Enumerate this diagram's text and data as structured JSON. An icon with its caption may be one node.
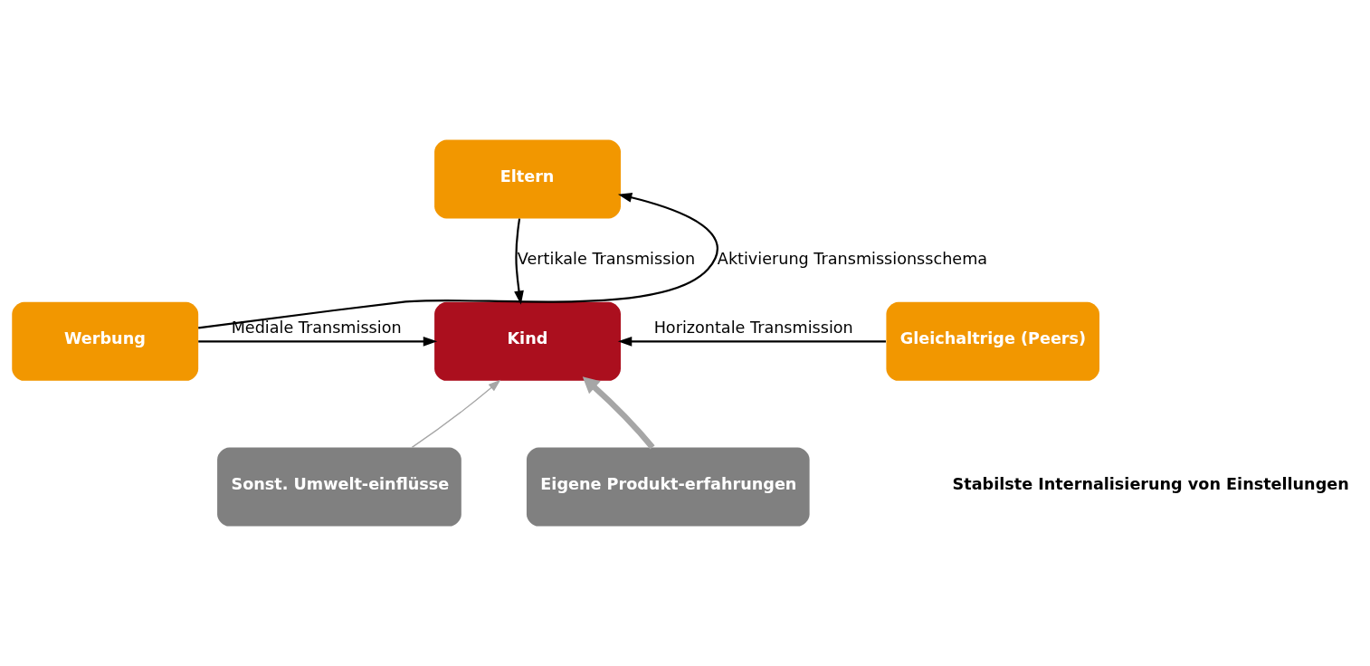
{
  "diagram": {
    "nodes": [
      {
        "text": [
          "Eltern"
        ]
      },
      {
        "text": [
          "Werbung"
        ]
      },
      {
        "text": [
          "Kind"
        ]
      },
      {
        "text": [
          "Gleichaltrige (Peers)"
        ]
      },
      {
        "text": [
          "Sonst. Umwelt-einflüsse"
        ]
      },
      {
        "text": [
          "Eigene Produkt-erfahrungen"
        ]
      }
    ],
    "edges": [
      {
        "from": 1,
        "to": 0,
        "arrow": "to",
        "label": "Aktivierung Transmissionsschema"
      },
      {
        "from": 0,
        "to": 2,
        "arrow": "to",
        "label": "Vertikale Transmission"
      },
      {
        "from": 1,
        "to": 2,
        "arrow": "to",
        "label": "Mediale Transmission"
      },
      {
        "from": 3,
        "to": 2,
        "arrow": "to",
        "label": "Horizontale Transmission"
      },
      {
        "from": 4,
        "to": 2,
        "arrow": "to",
        "color": "#a6a6a6"
      },
      {
        "from": 5,
        "to": 2,
        "arrow": "to",
        "style": "thick",
        "color": "#a6a6a6"
      }
    ],
    "labels": [
      "Stabilste Internalisierung von Einstellungen"
    ]
  }
}
